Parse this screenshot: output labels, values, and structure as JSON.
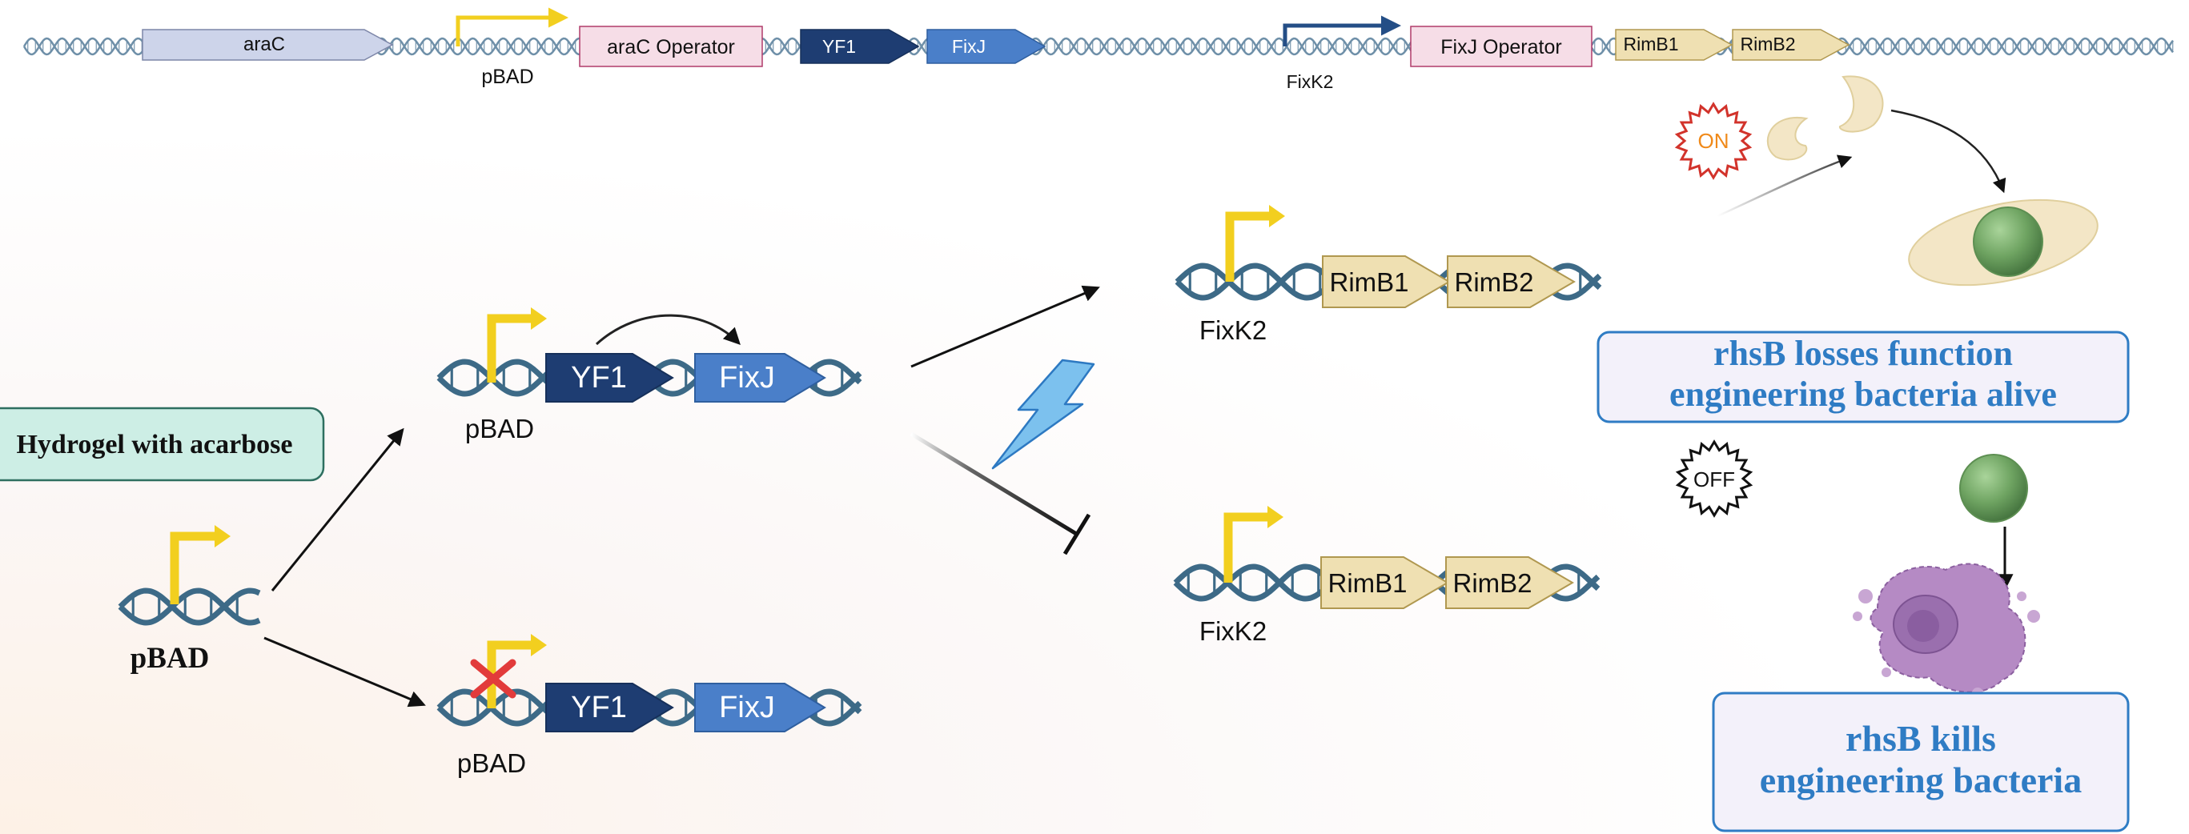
{
  "construct": {
    "araC": "araC",
    "pBAD": "pBAD",
    "araC_operator": "araC Operator",
    "YF1": "YF1",
    "FixJ": "FixJ",
    "FixK2": "FixK2",
    "FixJ_operator": "FixJ Operator",
    "RimB1": "RimB1",
    "RimB2": "RimB2"
  },
  "hydrogel": {
    "label": "Hydrogel with acarbose"
  },
  "left": {
    "pBAD_label": "pBAD"
  },
  "upper": {
    "pBAD_label": "pBAD",
    "YF1": "YF1",
    "FixJ": "FixJ"
  },
  "lower": {
    "pBAD_label": "pBAD",
    "YF1": "YF1",
    "FixJ": "FixJ"
  },
  "right_top": {
    "FixK2_label": "FixK2",
    "RimB1": "RimB1",
    "RimB2": "RimB2"
  },
  "right_bottom": {
    "FixK2_label": "FixK2",
    "RimB1": "RimB1",
    "RimB2": "RimB2"
  },
  "state": {
    "on": "ON",
    "off": "OFF"
  },
  "outcome": {
    "alive_line1": "rhsB losses function",
    "alive_line2": "engineering bacteria alive",
    "kills_line1": "rhsB kills",
    "kills_line2": "engineering bacteria"
  },
  "colors": {
    "dna": "#3d6a87",
    "promoter": "#f2cf1f",
    "yf1": "#1e3d72",
    "fixj": "#4a7fc9",
    "rimb": "#efe0b2",
    "operator": "#f6dde7",
    "arac": "#cdd4ea",
    "outcome_text": "#2f7cc4",
    "outcome_fill": "#f3f1fa",
    "hydrogel_fill": "#cdeee5",
    "blocked": "#e23b3b",
    "lightning": "#7cc1ee"
  }
}
